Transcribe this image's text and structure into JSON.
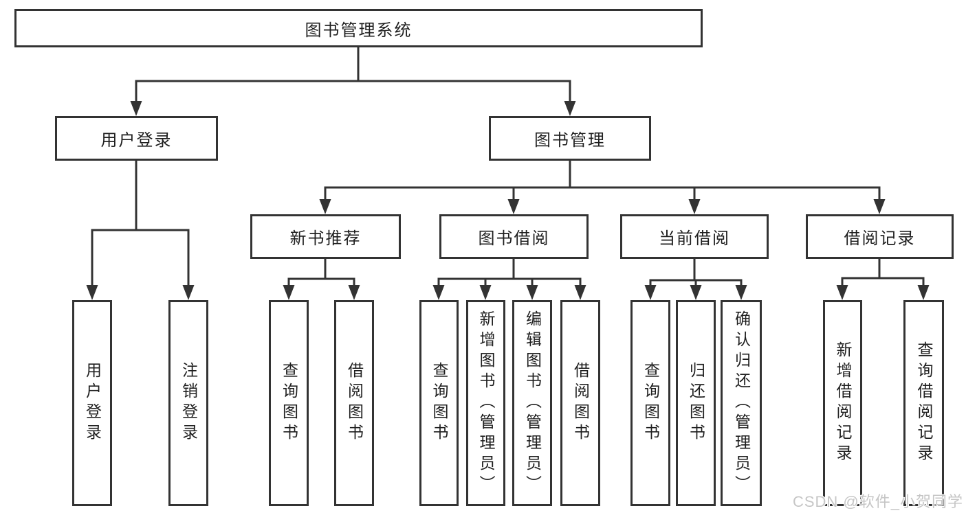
{
  "diagram": {
    "root": {
      "label": "图书管理系统"
    },
    "branches": [
      {
        "label": "用户登录",
        "children": [
          {
            "label": "用户登录"
          },
          {
            "label": "注销登录"
          }
        ]
      },
      {
        "label": "图书管理",
        "children": [
          {
            "label": "新书推荐",
            "children": [
              {
                "label": "查询图书"
              },
              {
                "label": "借阅图书"
              }
            ]
          },
          {
            "label": "图书借阅",
            "children": [
              {
                "label": "查询图书"
              },
              {
                "label": "新增图书（管理员）"
              },
              {
                "label": "编辑图书（管理员）"
              },
              {
                "label": "借阅图书"
              }
            ]
          },
          {
            "label": "当前借阅",
            "children": [
              {
                "label": "查询图书"
              },
              {
                "label": "归还图书"
              },
              {
                "label": "确认归还（管理员）"
              }
            ]
          },
          {
            "label": "借阅记录",
            "children": [
              {
                "label": "新增借阅记录"
              },
              {
                "label": "查询借阅记录"
              }
            ]
          }
        ]
      }
    ]
  },
  "watermark": {
    "text": "CSDN @软件_小贺同学"
  },
  "colors": {
    "line": "#333333",
    "box_border": "#333333",
    "box_background": "#ffffff",
    "text": "#1f1f1f",
    "watermark": "#c6c6c6",
    "page_background": "#ffffff"
  }
}
